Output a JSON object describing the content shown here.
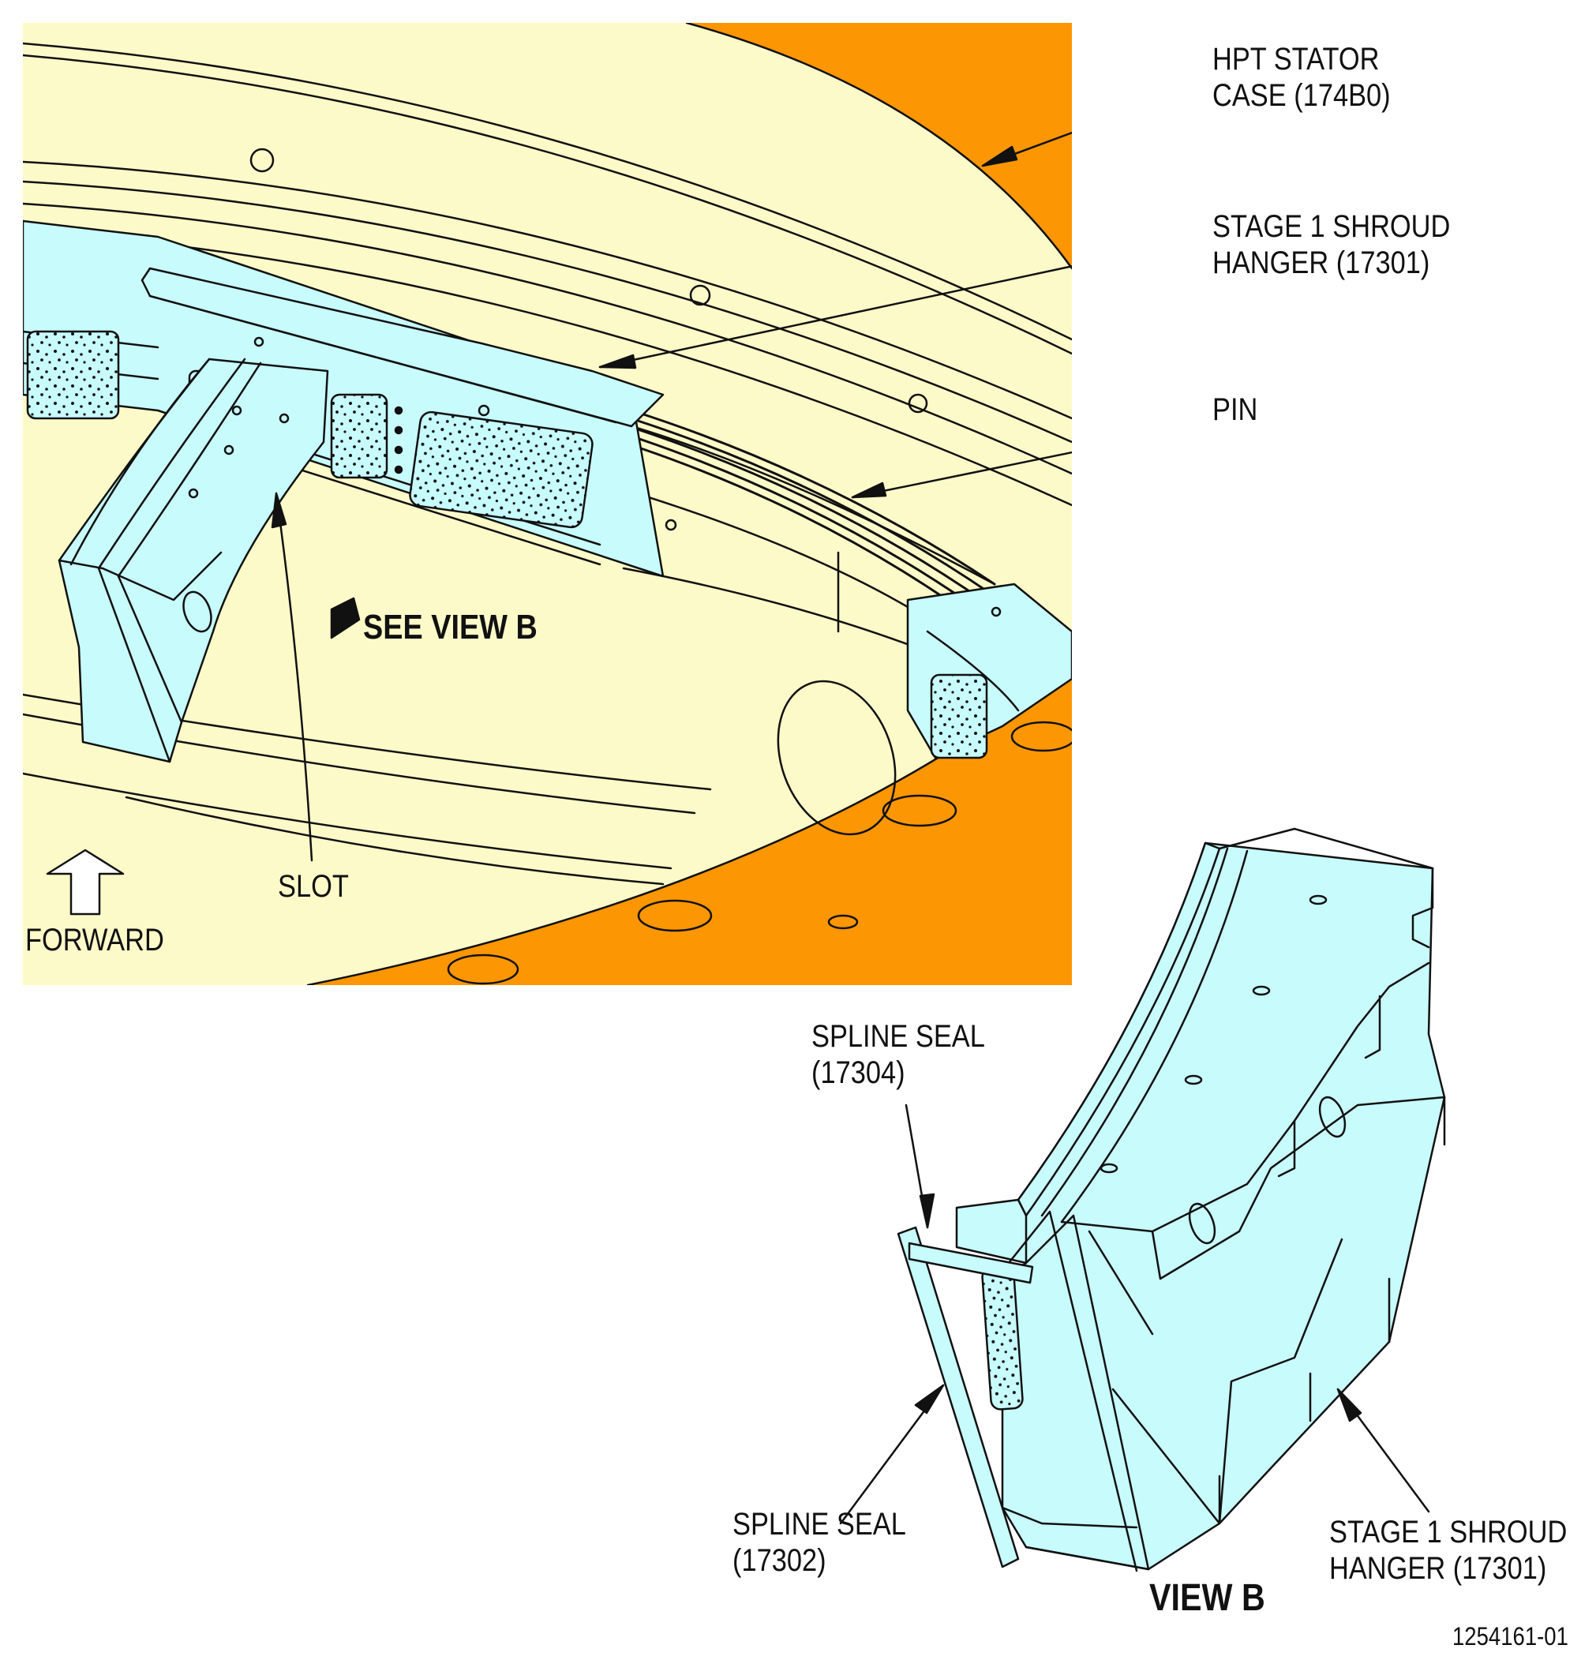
{
  "colors": {
    "case": "#fdfac9",
    "hanger": "#c8fbfc",
    "orange": "#fc9603",
    "ink": "#111111"
  },
  "labels": {
    "hpt_stator_case": [
      "HPT STATOR",
      "CASE (174B0)"
    ],
    "stage1_shroud_hanger_top": [
      "STAGE 1 SHROUD",
      "HANGER (17301)"
    ],
    "pin": "PIN",
    "see_view_b": "SEE VIEW B",
    "slot": "SLOT",
    "forward": "FORWARD",
    "spline_seal_17304": [
      "SPLINE SEAL",
      "(17304)"
    ],
    "spline_seal_17302": [
      "SPLINE SEAL",
      "(17302)"
    ],
    "stage1_shroud_hanger_bottom": [
      "STAGE 1 SHROUD",
      "HANGER (17301)"
    ],
    "view_b": "VIEW B",
    "figure_id": "1254161-01"
  }
}
